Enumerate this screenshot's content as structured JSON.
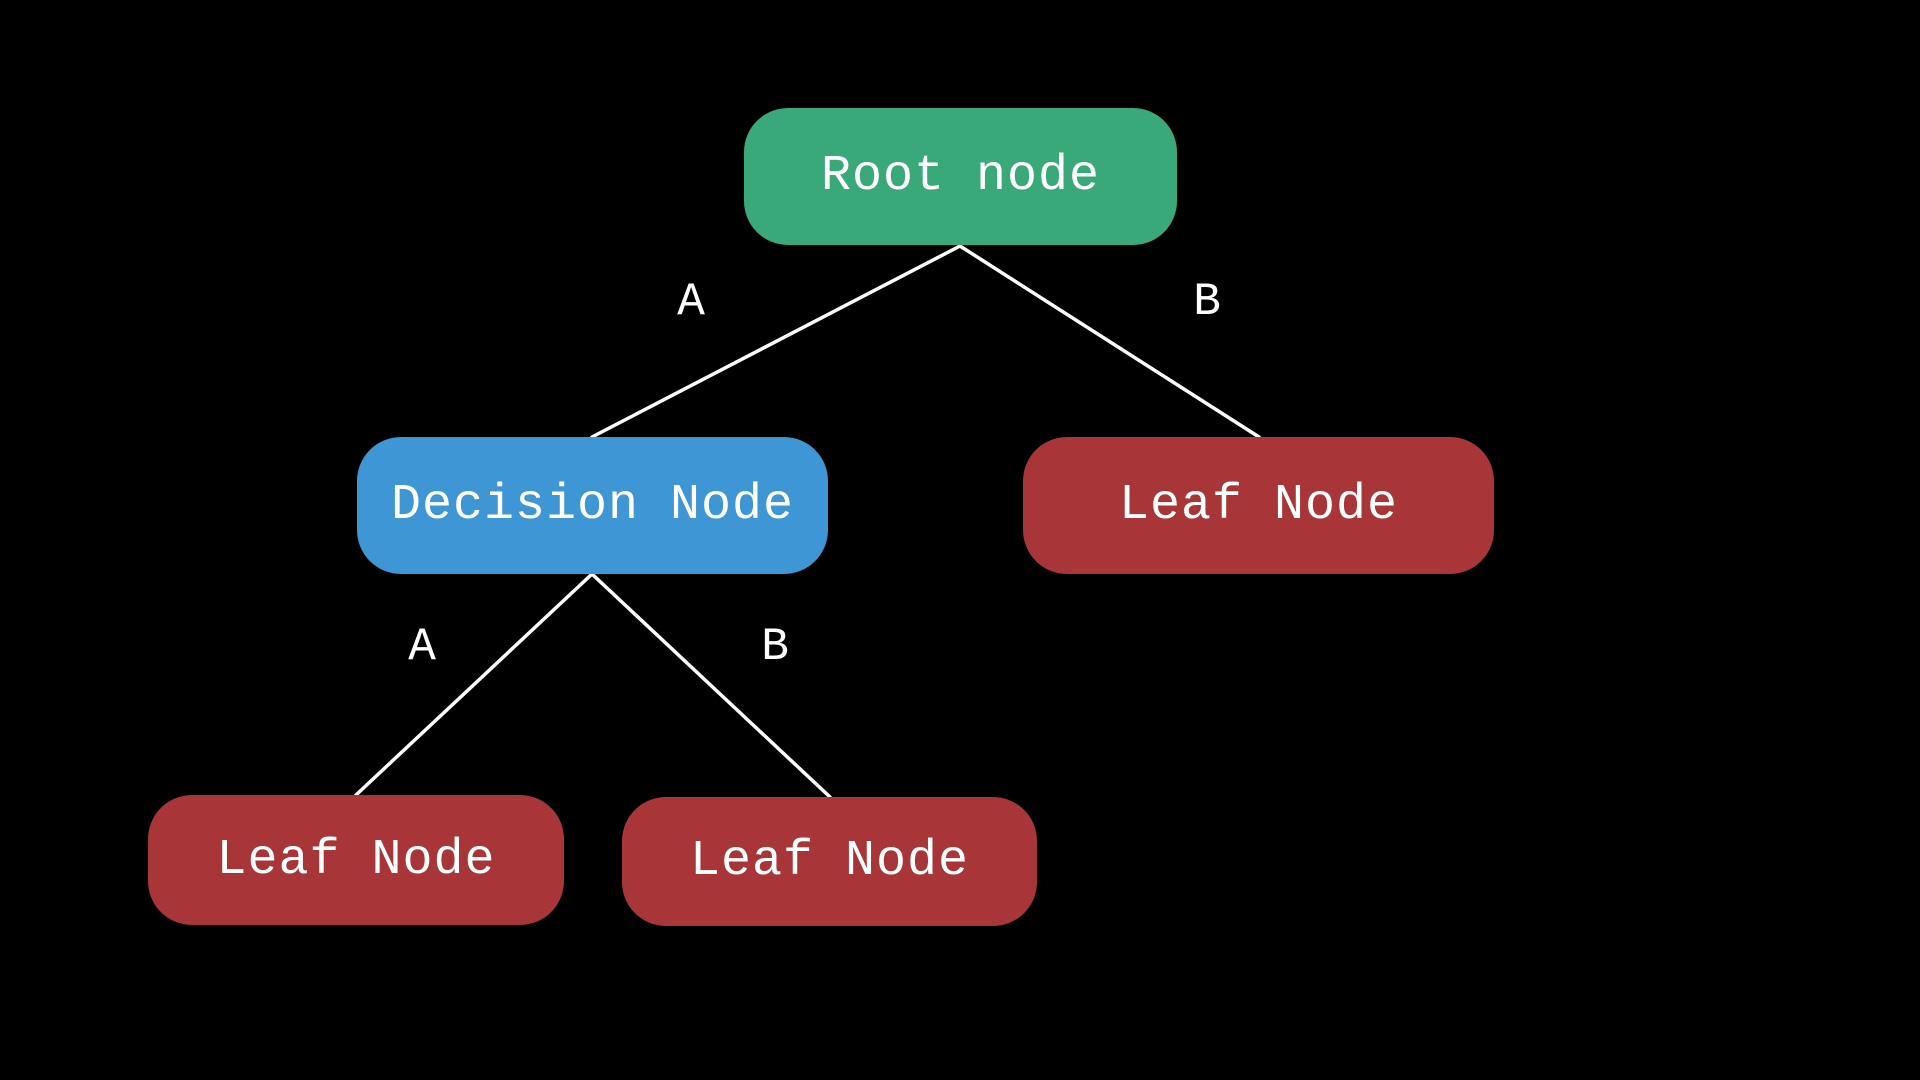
{
  "colors": {
    "background": "#000000",
    "root": "#3aa97a",
    "decision": "#3e96d4",
    "leaf": "#a83638",
    "text": "#ffffff",
    "edge": "#ffffff"
  },
  "nodes": {
    "root": {
      "label": "Root node",
      "type": "root"
    },
    "decision": {
      "label": "Decision Node",
      "type": "decision"
    },
    "leaf_right": {
      "label": "Leaf Node",
      "type": "leaf"
    },
    "leaf_left_left": {
      "label": "Leaf Node",
      "type": "leaf"
    },
    "leaf_left_right": {
      "label": "Leaf Node",
      "type": "leaf"
    }
  },
  "edges": {
    "root_to_decision": {
      "label": "A"
    },
    "root_to_leaf_right": {
      "label": "B"
    },
    "decision_to_leaf_left": {
      "label": "A"
    },
    "decision_to_leaf_right": {
      "label": "B"
    }
  }
}
